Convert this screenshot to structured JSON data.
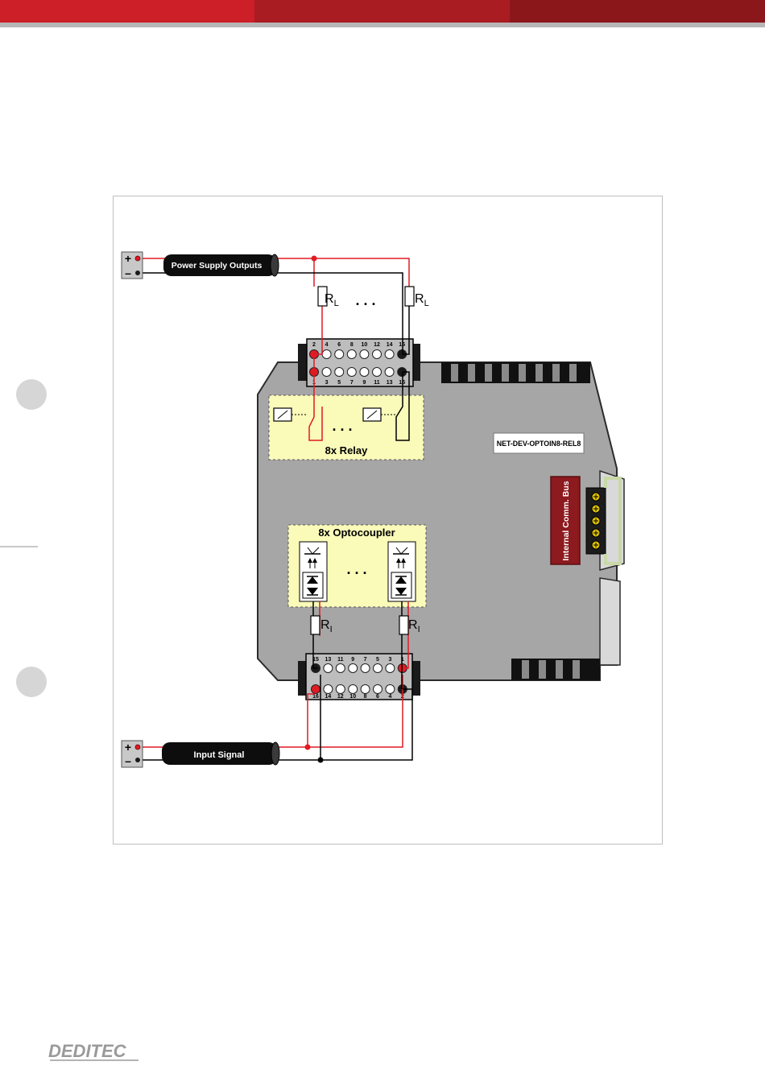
{
  "header": {
    "colors": [
      "#cc1f28",
      "#a91c22",
      "#8b171b"
    ]
  },
  "diagram": {
    "power_cable_label": "Power Supply Outputs",
    "input_cable_label": "Input Signal",
    "plus_sign": "+",
    "minus_sign": "–",
    "load_resistor": {
      "main": "R",
      "sub": "L"
    },
    "input_resistor": {
      "main": "R",
      "sub": "I"
    },
    "ellipsis": ". . .",
    "relay_label": "8x Relay",
    "optocoupler_label": "8x Optocoupler",
    "model_label": "NET-DEV-OPTOIN8-REL8",
    "bus_label": "Internal Comm. Bus",
    "top_terminal": {
      "top_numbers": [
        "2",
        "4",
        "6",
        "8",
        "10",
        "12",
        "14",
        "16"
      ],
      "bottom_numbers": [
        "1",
        "3",
        "5",
        "7",
        "9",
        "11",
        "13",
        "15"
      ]
    },
    "bottom_terminal": {
      "top_numbers": [
        "15",
        "13",
        "11",
        "9",
        "7",
        "5",
        "3",
        "1"
      ],
      "bottom_numbers": [
        "16",
        "14",
        "12",
        "10",
        "8",
        "6",
        "4",
        "2"
      ]
    }
  },
  "footer": {
    "logo_text": "DEDITEC"
  }
}
